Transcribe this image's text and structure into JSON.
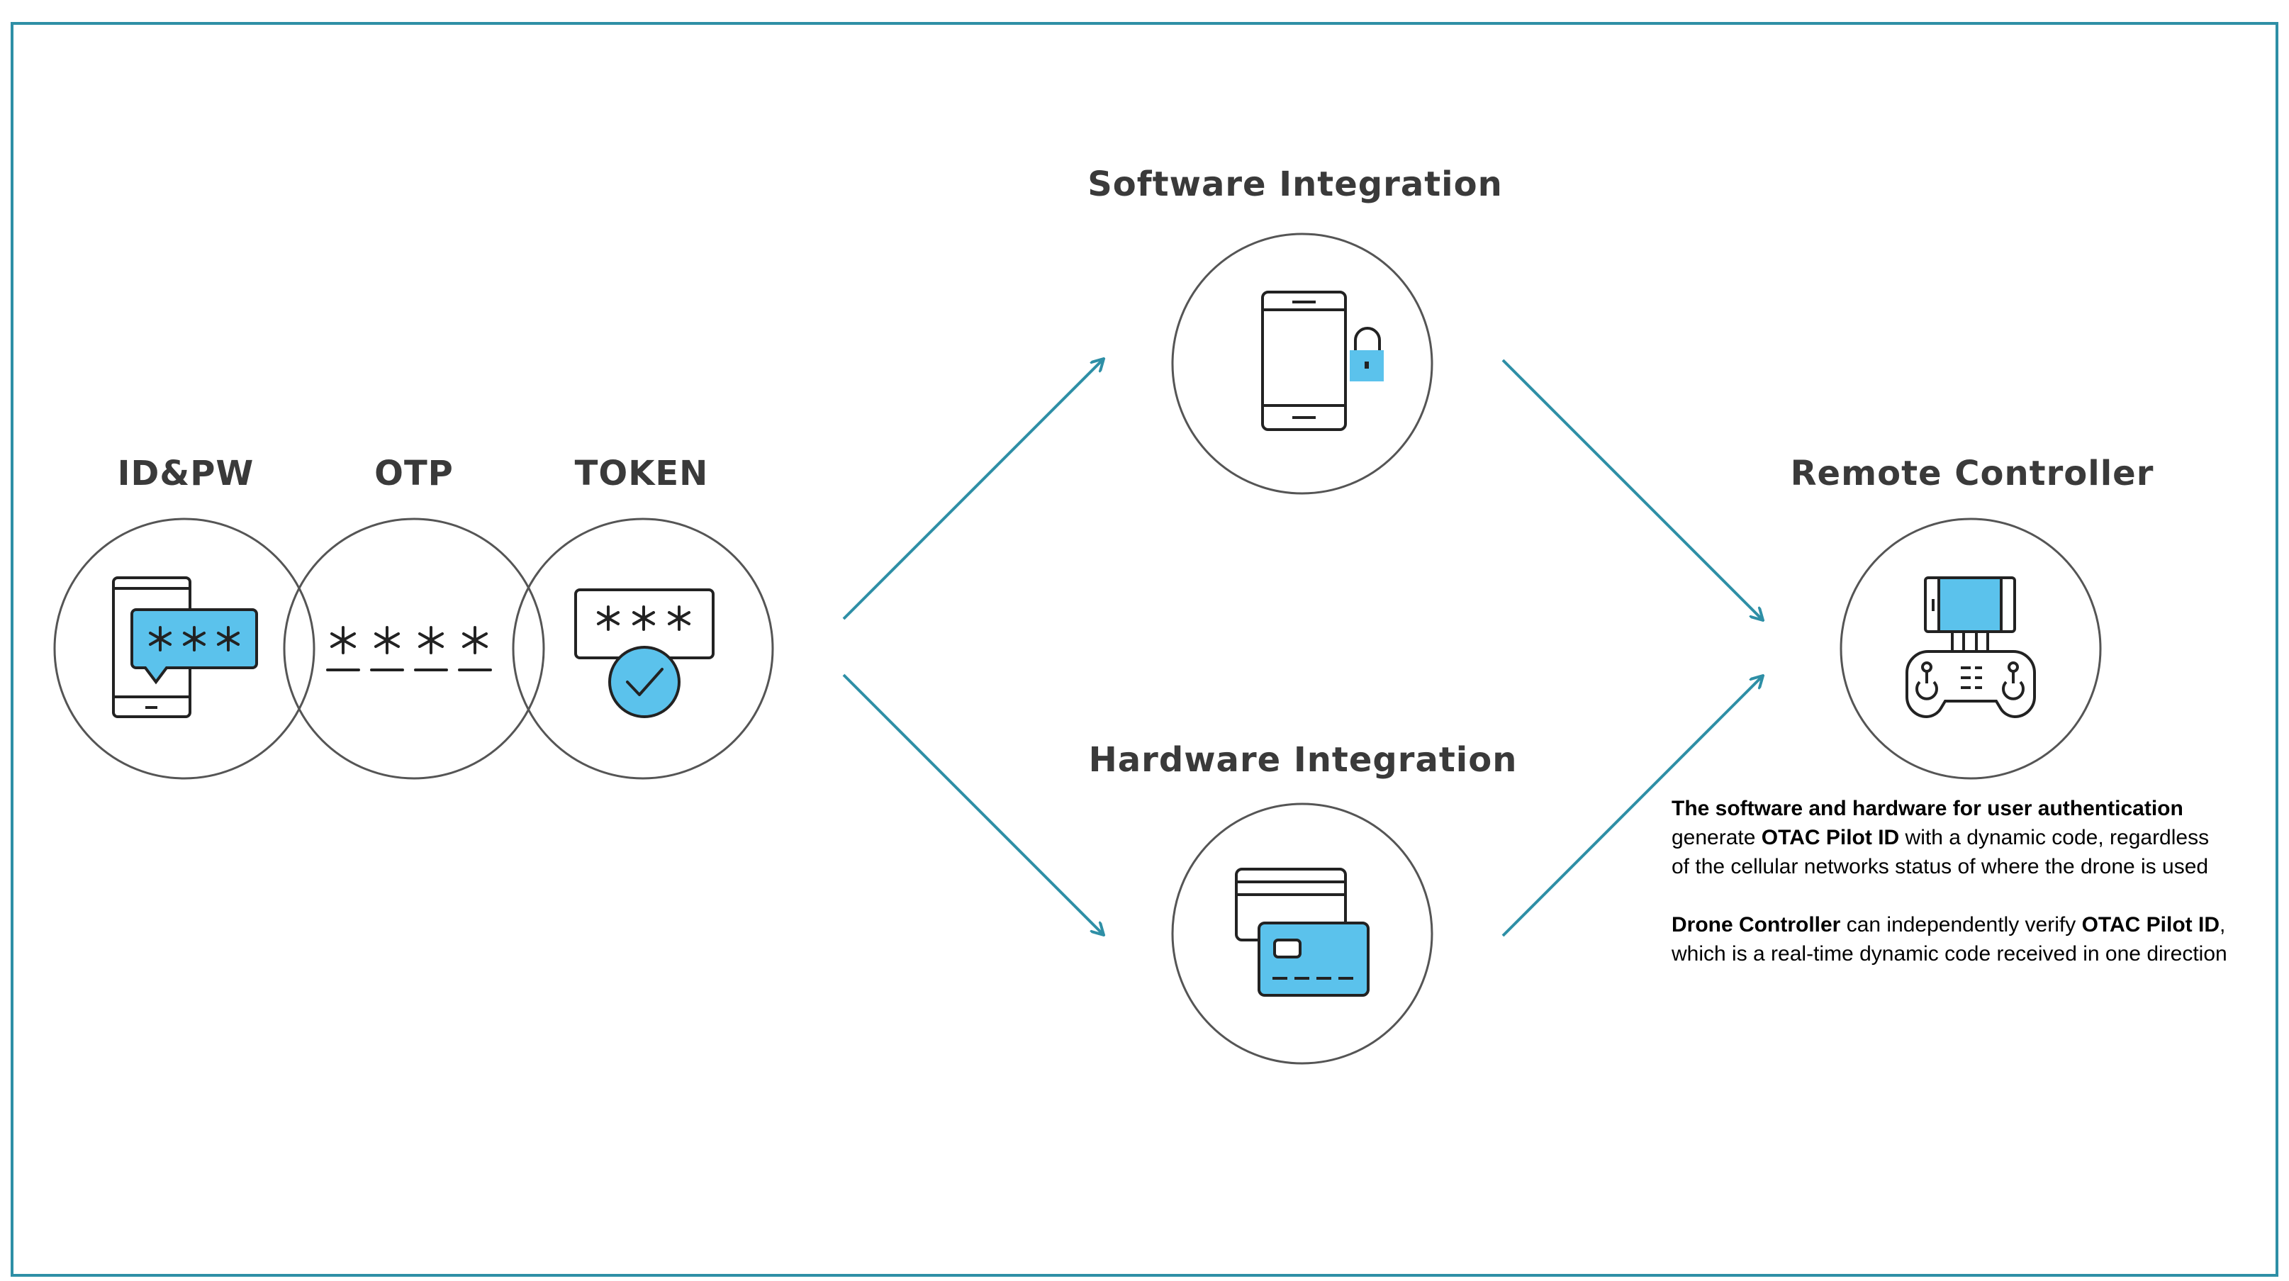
{
  "colors": {
    "border": "#2e8fa6",
    "arrow": "#2e8fa6",
    "accent": "#5bc2ec",
    "stroke": "#222222",
    "circle": "#555555"
  },
  "auth_methods": [
    {
      "label": "ID&PW",
      "icon": "phone-message-icon"
    },
    {
      "label": "OTP",
      "icon": "password-asterisks-icon",
      "asterisks": "* * * *"
    },
    {
      "label": "TOKEN",
      "icon": "token-check-icon"
    }
  ],
  "integrations": {
    "software": {
      "label": "Software Integration",
      "icon": "phone-lock-icon"
    },
    "hardware": {
      "label": "Hardware Integration",
      "icon": "cards-icon"
    }
  },
  "target": {
    "label": "Remote Controller",
    "icon": "remote-controller-icon"
  },
  "description": {
    "p1": {
      "l1_bold": "The software and hardware for user authentication",
      "l2_pre": "generate ",
      "l2_bold": "OTAC Pilot ID",
      "l2_post": " with a dynamic code, regardless",
      "l3": "of the cellular networks status of where the drone is used"
    },
    "p2": {
      "l1_bold_a": "Drone Controller",
      "l1_mid": " can independently verify ",
      "l1_bold_b": "OTAC Pilot ID",
      "l1_post": ",",
      "l2": "which is a real-time dynamic code received in one direction"
    }
  }
}
